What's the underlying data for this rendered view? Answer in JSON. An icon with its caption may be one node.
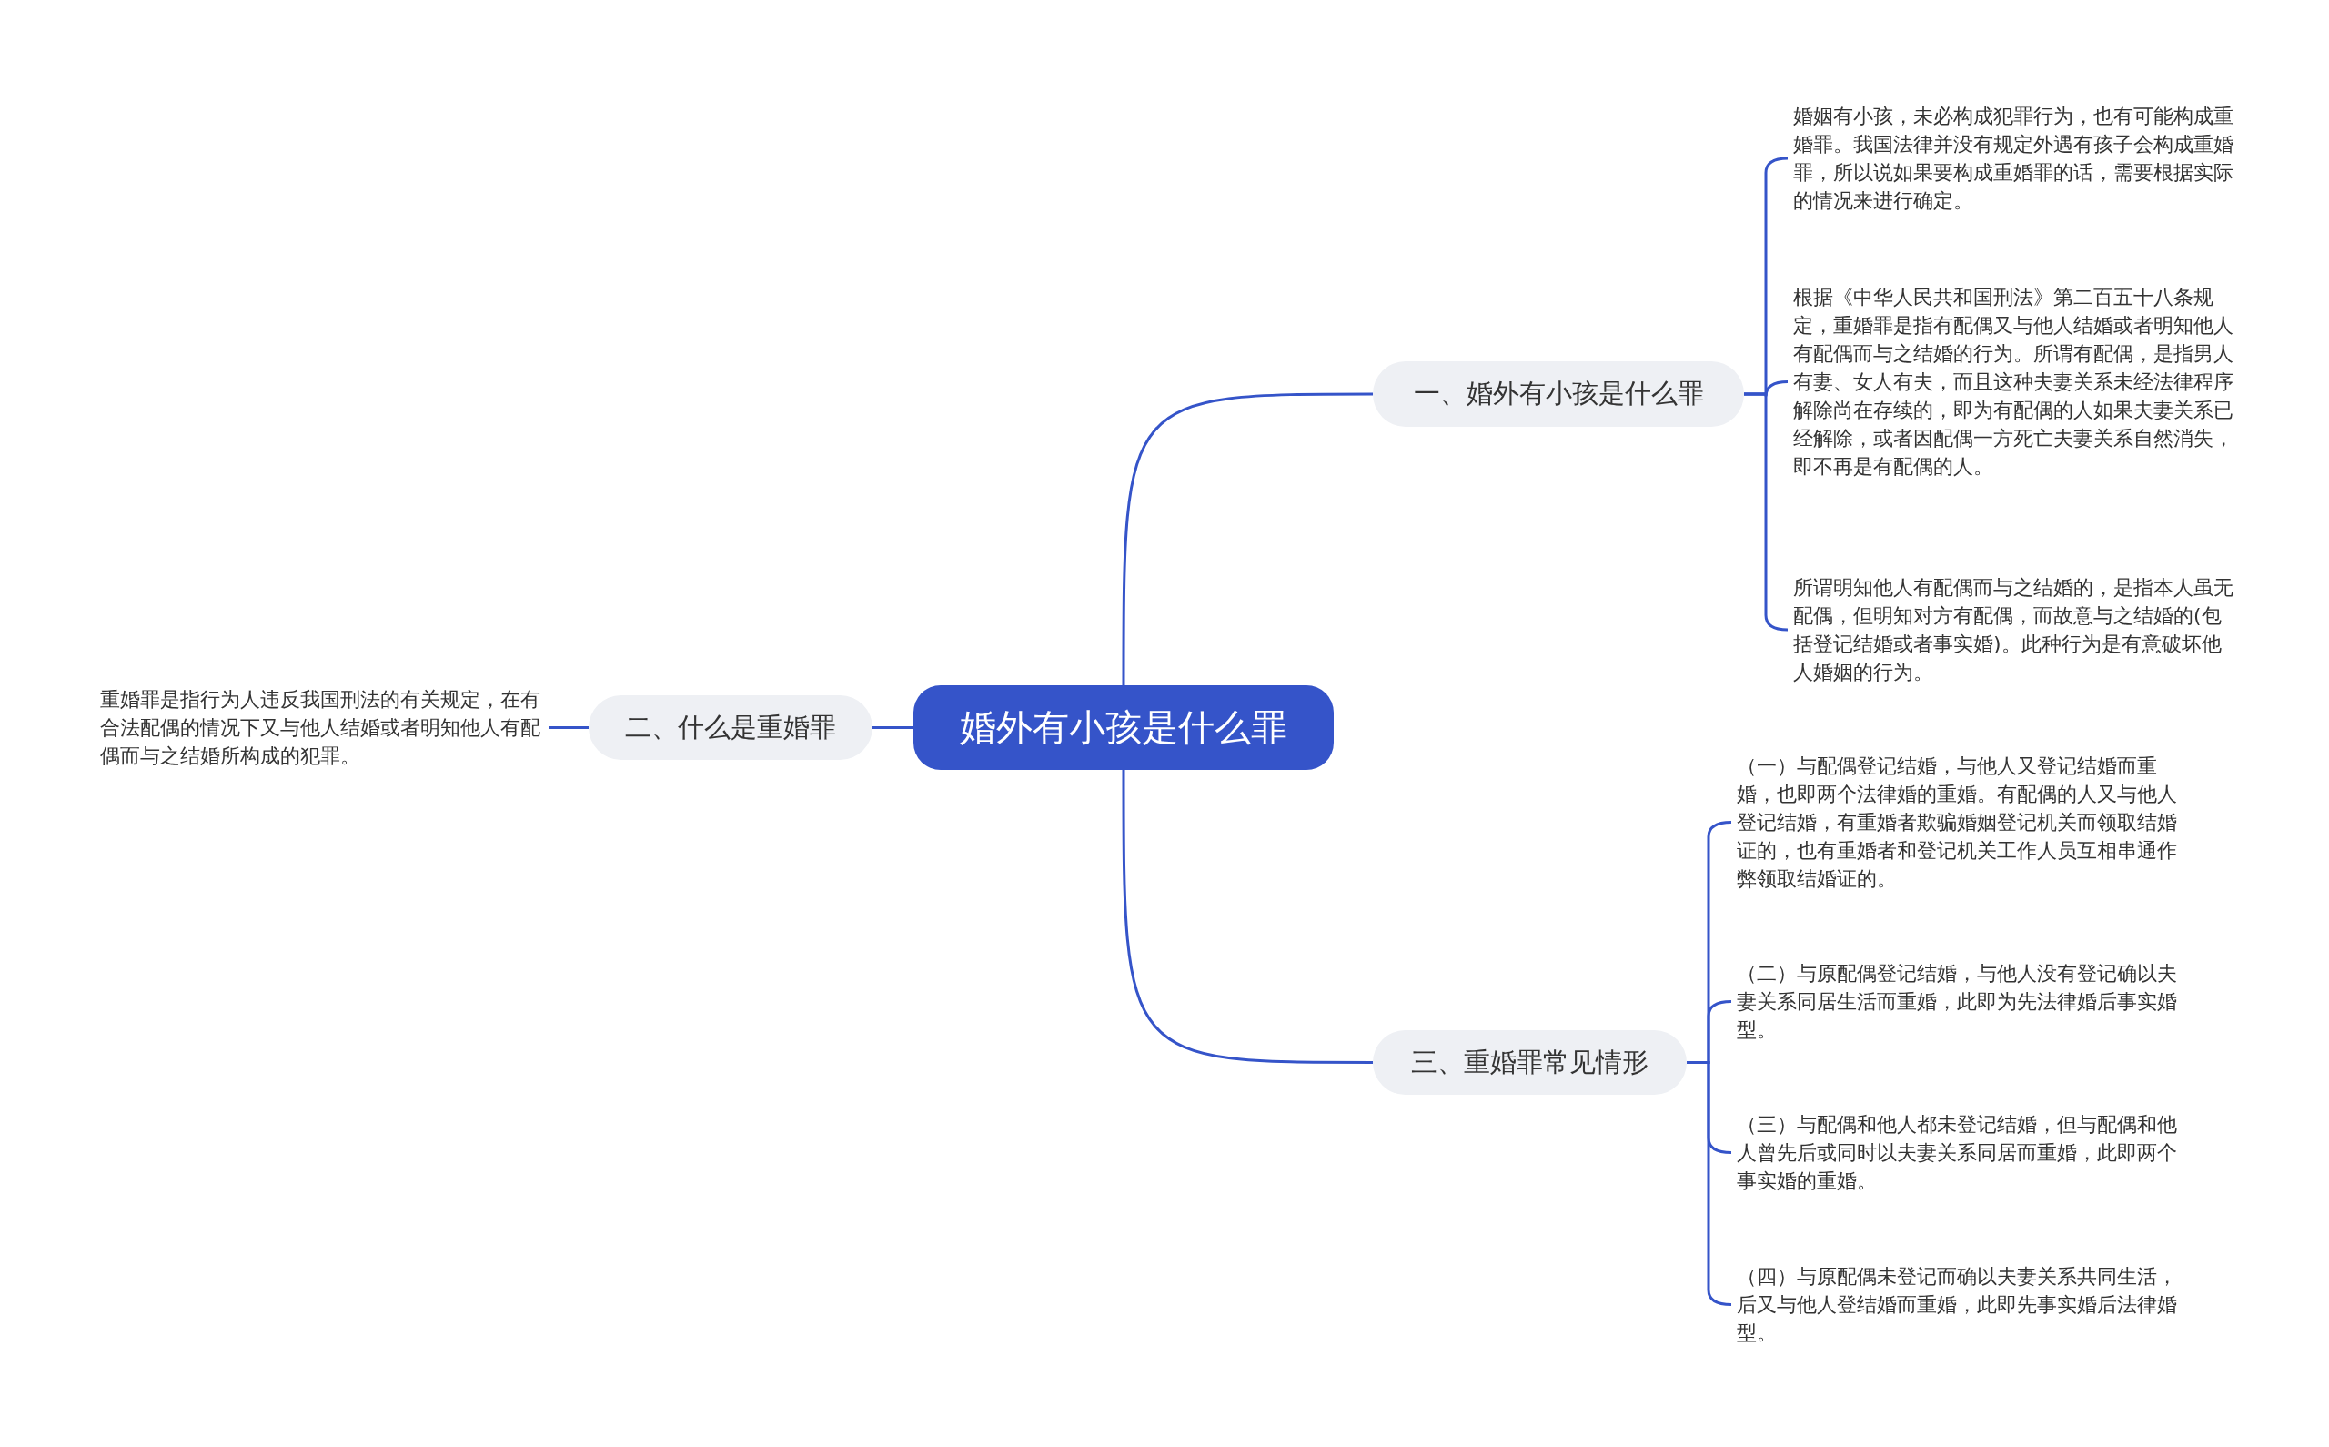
{
  "diagram": {
    "nodes": [
      {
        "text": [
          "婚外有小孩是什么罪"
        ]
      },
      {
        "text": [
          "一、婚外有小孩是什么罪"
        ]
      },
      {
        "text": [
          "婚姻有小孩，未必构成犯罪行为，也有可能构成重婚罪。我国法律并没有规定外遇有孩子会构成重婚罪，所以说如果要构成重婚罪的话，需要根据实际的情况来进行确定。"
        ]
      },
      {
        "text": [
          "根据《中华人民共和国刑法》第二百五十八条规定，重婚罪是指有配偶又与他人结婚或者明知他人有配偶而与之结婚的行为。所谓有配偶，是指男人有妻、女人有夫，而且这种夫妻关系未经法律程序解除尚在存续的，即为有配偶的人如果夫妻关系已经解除，或者因配偶一方死亡夫妻关系自然消失，即不再是有配偶的人。"
        ]
      },
      {
        "text": [
          "所谓明知他人有配偶而与之结婚的，是指本人虽无配偶，但明知对方有配偶，而故意与之结婚的(包括登记结婚或者事实婚)。此种行为是有意破坏他人婚姻的行为。"
        ]
      },
      {
        "text": [
          "二、什么是重婚罪"
        ]
      },
      {
        "text": [
          "重婚罪是指行为人违反我国刑法的有关规定，在有合法配偶的情况下又与他人结婚或者明知他人有配偶而与之结婚所构成的犯罪。"
        ]
      },
      {
        "text": [
          "三、重婚罪常见情形"
        ]
      },
      {
        "text": [
          "（一）与配偶登记结婚，与他人又登记结婚而重婚，也即两个法律婚的重婚。有配偶的人又与他人登记结婚，有重婚者欺骗婚姻登记机关而领取结婚证的，也有重婚者和登记机关工作人员互相串通作弊领取结婚证的。"
        ]
      },
      {
        "text": [
          "（二）与原配偶登记结婚，与他人没有登记确以夫妻关系同居生活而重婚，此即为先法律婚后事实婚型。"
        ]
      },
      {
        "text": [
          "（三）与配偶和他人都未登记结婚，但与配偶和他人曾先后或同时以夫妻关系同居而重婚，此即两个事实婚的重婚。"
        ]
      },
      {
        "text": [
          "（四）与原配偶未登记而确以夫妻关系共同生活，后又与他人登结婚而重婚，此即先事实婚后法律婚型。"
        ]
      }
    ],
    "edges": [
      {
        "from": 0,
        "to": 1,
        "arrow": "none"
      },
      {
        "from": 1,
        "to": 2,
        "arrow": "none"
      },
      {
        "from": 1,
        "to": 3,
        "arrow": "none"
      },
      {
        "from": 1,
        "to": 4,
        "arrow": "none"
      },
      {
        "from": 0,
        "to": 5,
        "arrow": "none"
      },
      {
        "from": 5,
        "to": 6,
        "arrow": "none"
      },
      {
        "from": 0,
        "to": 7,
        "arrow": "none"
      },
      {
        "from": 7,
        "to": 8,
        "arrow": "none"
      },
      {
        "from": 7,
        "to": 9,
        "arrow": "none"
      },
      {
        "from": 7,
        "to": 10,
        "arrow": "none"
      },
      {
        "from": 7,
        "to": 11,
        "arrow": "none"
      }
    ]
  }
}
